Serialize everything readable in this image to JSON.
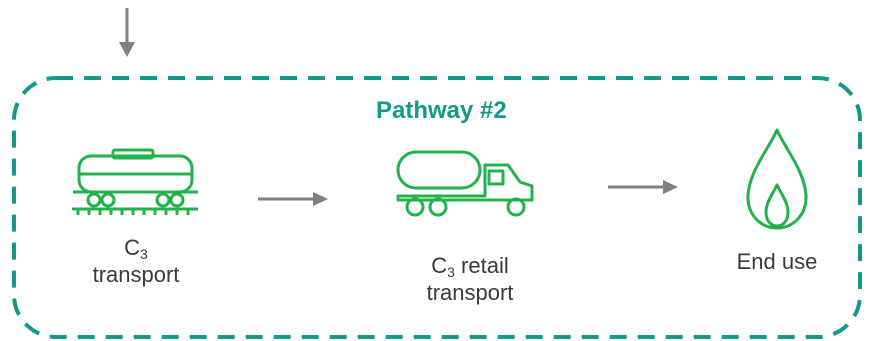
{
  "diagram": {
    "title": "Pathway #2",
    "colors": {
      "border": "#13988a",
      "title": "#13988a",
      "icon": "#21b24b",
      "arrow": "#7f7f7f",
      "text": "#3a3a3a"
    },
    "steps": [
      {
        "icon": "rail-tank-car-icon",
        "label_prefix": "C",
        "label_sub": "3",
        "label_rest": "",
        "label_line2": "transport"
      },
      {
        "icon": "tanker-truck-icon",
        "label_prefix": "C",
        "label_sub": "3",
        "label_rest": " retail",
        "label_line2": "transport"
      },
      {
        "icon": "flame-icon",
        "label_prefix": "End use",
        "label_sub": "",
        "label_rest": "",
        "label_line2": ""
      }
    ]
  }
}
